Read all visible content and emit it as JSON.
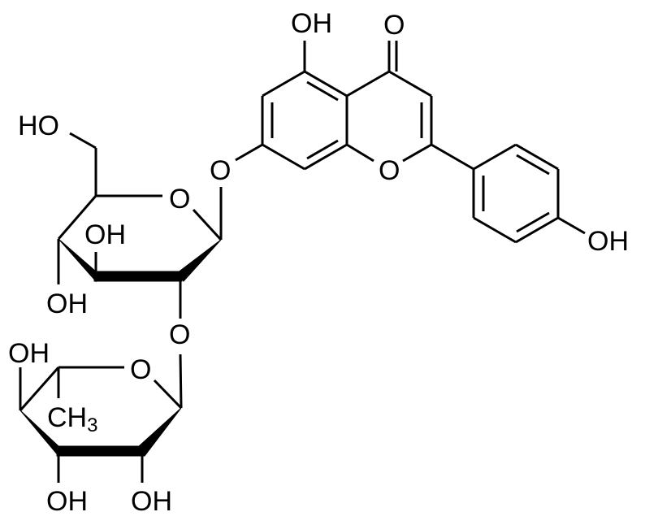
{
  "diagram": {
    "type": "chemical-structure",
    "compound_class": "flavone-7-O-disaccharide",
    "line_color": "#000000",
    "background": "#ffffff",
    "labels": {
      "oh_c5": "OH",
      "o_carbonyl": "O",
      "o_ring": "O",
      "oh_4prime": "OH",
      "o_glycosidic": "O",
      "ho_ch2": "HO",
      "o_glucose_ring": "O",
      "oh_glucose_c3": "OH",
      "oh_glucose_c4": "OH",
      "o_interglycosidic": "O",
      "oh_rhamnose_c4": "OH",
      "o_rhamnose_ring": "O",
      "ch3_main": "CH",
      "ch3_sub": "3",
      "oh_rhamnose_c3": "OH",
      "oh_rhamnose_c2": "OH"
    }
  }
}
